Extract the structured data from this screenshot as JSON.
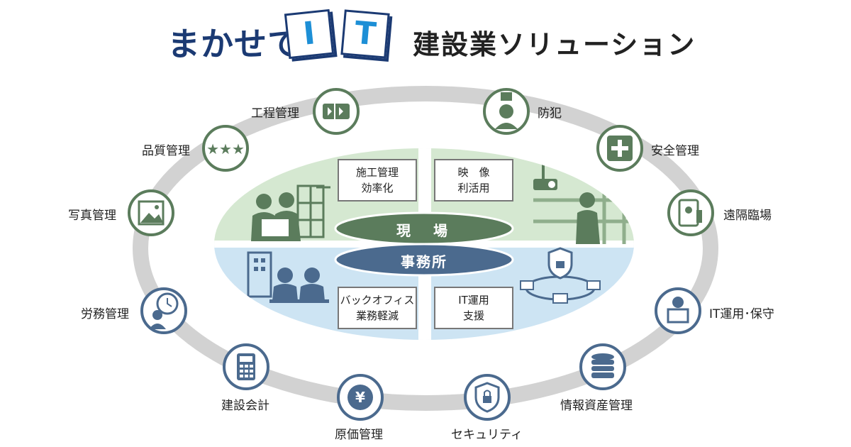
{
  "header": {
    "title_prefix": "まかせて",
    "card_1": "I",
    "card_2": "T",
    "title_suffix": "建設業ソリューション"
  },
  "center": {
    "top_label": "現　場",
    "bottom_label": "事務所",
    "quadrants": {
      "top_left": [
        "施工管理",
        "効率化"
      ],
      "top_right": [
        "映　像",
        "利活用"
      ],
      "bottom_left": [
        "バックオフィス",
        "業務軽減"
      ],
      "bottom_right": [
        "IT運用",
        "支援"
      ]
    }
  },
  "ring_items": [
    {
      "label": "工程管理",
      "icon": "process-icon"
    },
    {
      "label": "防犯",
      "icon": "crime-prevention-icon"
    },
    {
      "label": "品質管理",
      "icon": "stars-icon"
    },
    {
      "label": "安全管理",
      "icon": "first-aid-icon"
    },
    {
      "label": "写真管理",
      "icon": "photo-icon"
    },
    {
      "label": "遠隔臨場",
      "icon": "remote-tablet-icon"
    },
    {
      "label": "労務管理",
      "icon": "clock-person-icon"
    },
    {
      "label": "IT運用･保守",
      "icon": "it-support-icon"
    },
    {
      "label": "建設会計",
      "icon": "calculator-icon"
    },
    {
      "label": "情報資産管理",
      "icon": "database-icon"
    },
    {
      "label": "原価管理",
      "icon": "yen-icon"
    },
    {
      "label": "セキュリティ",
      "icon": "shield-lock-icon"
    }
  ],
  "colors": {
    "navy": "#1b3a73",
    "green": "#5b7c5c",
    "green_light": "#d5e8d1",
    "blue": "#4b6a8e",
    "blue_light": "#cde4f3",
    "ring": "#d2d2d2"
  }
}
